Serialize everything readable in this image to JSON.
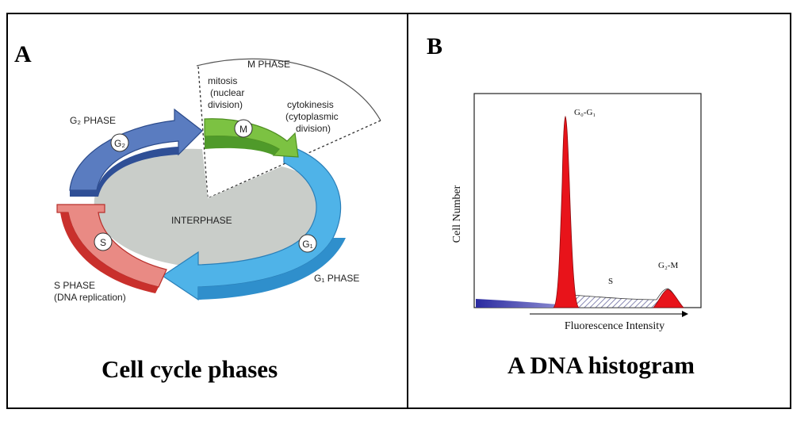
{
  "panel_a": {
    "letter": "A",
    "caption": "Cell cycle phases",
    "labels": {
      "m_phase": "M PHASE",
      "mitosis": [
        "mitosis",
        "(nuclear",
        "division)"
      ],
      "cytokinesis": [
        "cytokinesis",
        "(cytoplasmic",
        "division)"
      ],
      "g2_phase": "G₂ PHASE",
      "g2_badge": "G₂",
      "m_badge": "M",
      "interphase": "INTERPHASE",
      "s_badge": "S",
      "g1_badge": "G₁",
      "s_phase": [
        "S PHASE",
        "(DNA replication)"
      ],
      "g1_phase": "G₁ PHASE"
    },
    "colors": {
      "g2": "#3b5fa3",
      "m": "#7cc242",
      "g1": "#4fb3e8",
      "s": "#e0504d",
      "interphase": "#c9cdc9"
    }
  },
  "panel_b": {
    "letter": "B",
    "caption": "A DNA histogram",
    "labels": {
      "g0g1": "G₀-G₁",
      "s": "S",
      "g2m": "G₂-M",
      "ylabel": "Cell Number",
      "xlabel": "Fluorescence Intensity"
    },
    "colors": {
      "peak": "#e8131a",
      "s_hatch": "#4a4aa8"
    }
  }
}
